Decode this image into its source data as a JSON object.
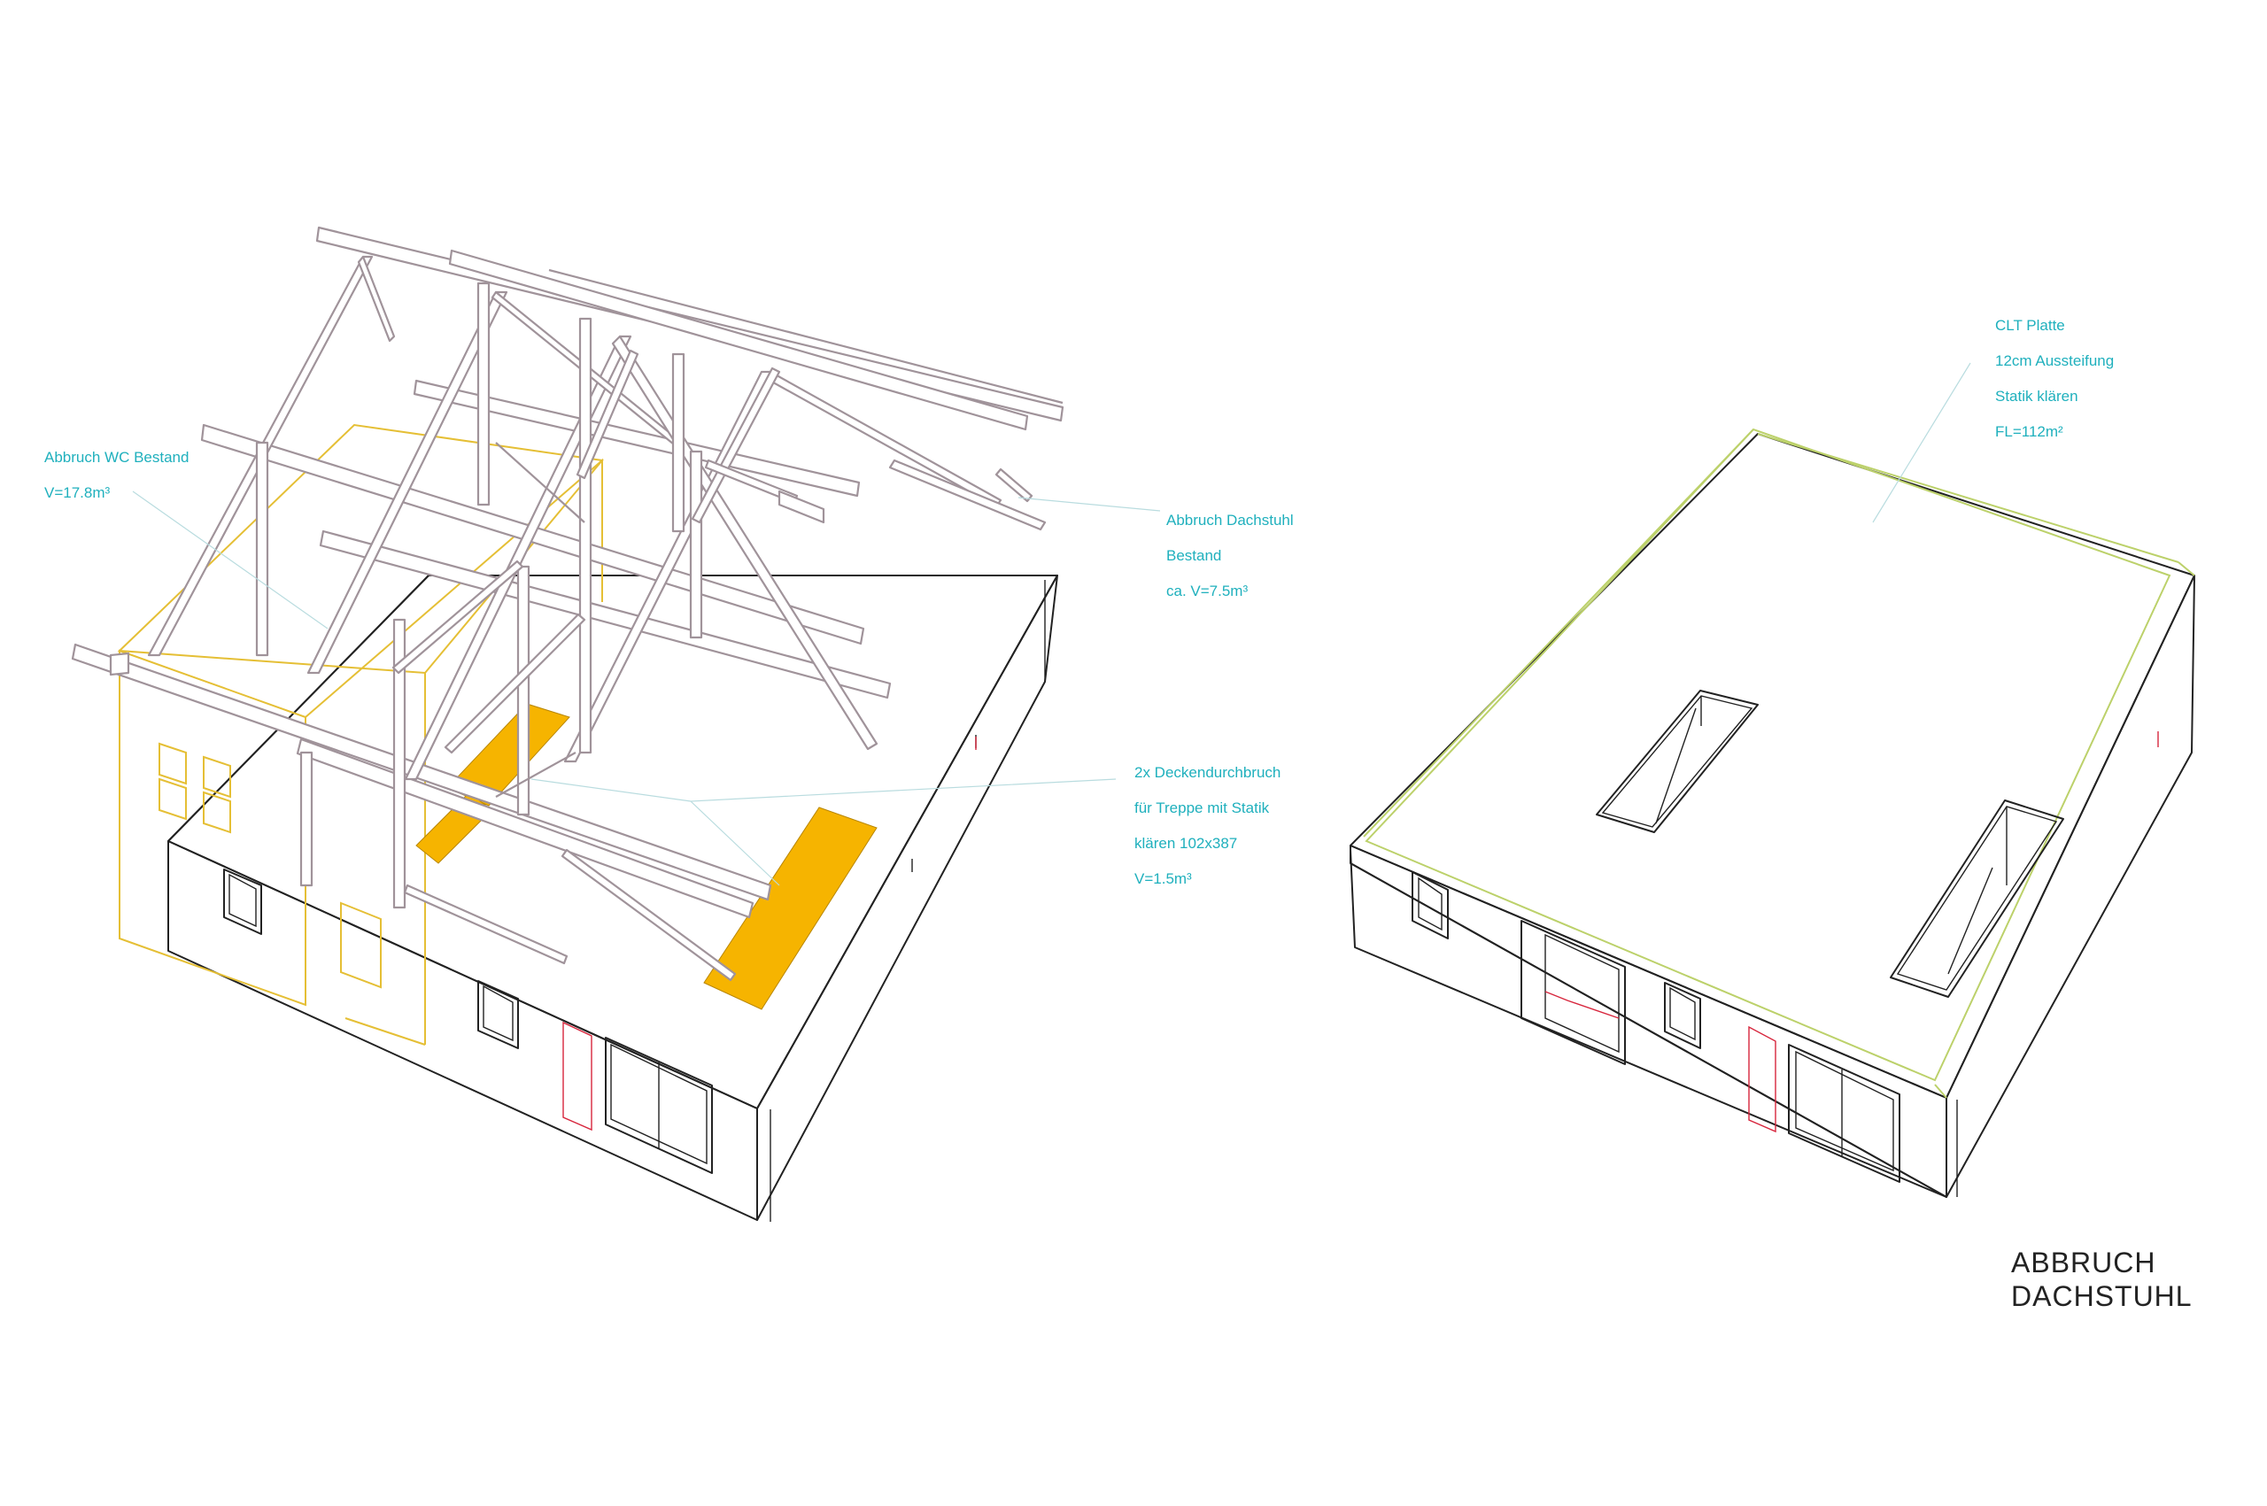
{
  "annotations": {
    "wc": {
      "lines": [
        "Abbruch WC Bestand",
        "V=17.8m³"
      ]
    },
    "dachstuhl": {
      "lines": [
        "Abbruch Dachstuhl",
        "Bestand",
        "ca. V=7.5m³"
      ]
    },
    "deckendurchbruch": {
      "lines": [
        "2x Deckendurchbruch",
        "für Treppe mit Statik",
        "klären 102x387",
        "V=1.5m³"
      ]
    },
    "clt": {
      "lines": [
        "CLT Platte",
        "12cm Aussteifung",
        "Statik klären",
        "FL=112m²"
      ]
    }
  },
  "title": {
    "line1": "ABBRUCH",
    "line2": "DACHSTUHL"
  },
  "colors": {
    "annotation": "#1fb0bd",
    "demolition_highlight": "#f6b400",
    "wc_outline": "#e8c13a",
    "timber_outline": "#a79ba0",
    "clt_outline": "#bfd36a",
    "window_red": "#d7263d",
    "line": "#222222"
  }
}
